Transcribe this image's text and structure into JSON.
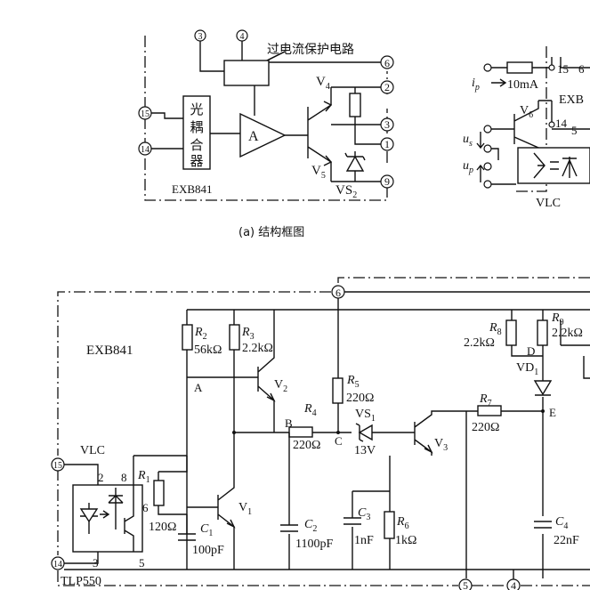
{
  "block_diagram": {
    "title": "过电流保护电路",
    "chip_label": "EXB841",
    "optocoupler_label": [
      "光",
      "耦",
      "合",
      "器"
    ],
    "amp_label": "A",
    "v4": "V",
    "v4_sub": "4",
    "v5": "V",
    "v5_sub": "5",
    "vs2": "VS",
    "vs2_sub": "2",
    "caption": "(a)  结构框图",
    "pins": [
      "3",
      "4",
      "6",
      "2",
      "3",
      "1",
      "9",
      "15",
      "14"
    ]
  },
  "interface_diagram": {
    "pins": [
      "15",
      "6",
      "14",
      "5"
    ],
    "chip_label": "EXB",
    "ip": "i",
    "ip_sub": "p",
    "ip_value": "10mA",
    "v6": "V",
    "v6_sub": "6",
    "us": "u",
    "us_sub": "s",
    "up": "u",
    "up_sub": "p",
    "vlc": "VLC"
  },
  "schematic": {
    "chip_label": "EXB841",
    "vlc": "VLC",
    "tlp": "TLP550",
    "pins": {
      "p15": "15",
      "p14": "14",
      "p6": "6",
      "p5": "5",
      "p4": "4",
      "tlp2": "2",
      "tlp8": "8",
      "tlp6": "6",
      "tlp3": "3",
      "tlp5": "5"
    },
    "components": {
      "r1": {
        "n": "R",
        "s": "1",
        "v": "120Ω"
      },
      "r2": {
        "n": "R",
        "s": "2",
        "v": "56kΩ"
      },
      "r3": {
        "n": "R",
        "s": "3",
        "v": "2.2kΩ"
      },
      "r4": {
        "n": "R",
        "s": "4",
        "v": "220Ω"
      },
      "r5": {
        "n": "R",
        "s": "5",
        "v": "220Ω"
      },
      "r6": {
        "n": "R",
        "s": "6",
        "v": "1kΩ"
      },
      "r7": {
        "n": "R",
        "s": "7",
        "v": "220Ω"
      },
      "r8": {
        "n": "R",
        "s": "8",
        "v": "2.2kΩ"
      },
      "r9": {
        "n": "R",
        "s": "9",
        "v": "2.2kΩ"
      },
      "c1": {
        "n": "C",
        "s": "1",
        "v": "100pF"
      },
      "c2": {
        "n": "C",
        "s": "2",
        "v": "1100pF"
      },
      "c3": {
        "n": "C",
        "s": "3",
        "v": "1nF"
      },
      "c4": {
        "n": "C",
        "s": "4",
        "v": "22nF"
      },
      "v1": {
        "n": "V",
        "s": "1"
      },
      "v2": {
        "n": "V",
        "s": "2"
      },
      "v3": {
        "n": "V",
        "s": "3"
      },
      "vs1": {
        "n": "VS",
        "s": "1",
        "v": "13V"
      },
      "vd1": {
        "n": "VD",
        "s": "1"
      }
    },
    "nodes": {
      "a": "A",
      "b": "B",
      "c": "C",
      "d": "D",
      "e": "E"
    }
  }
}
